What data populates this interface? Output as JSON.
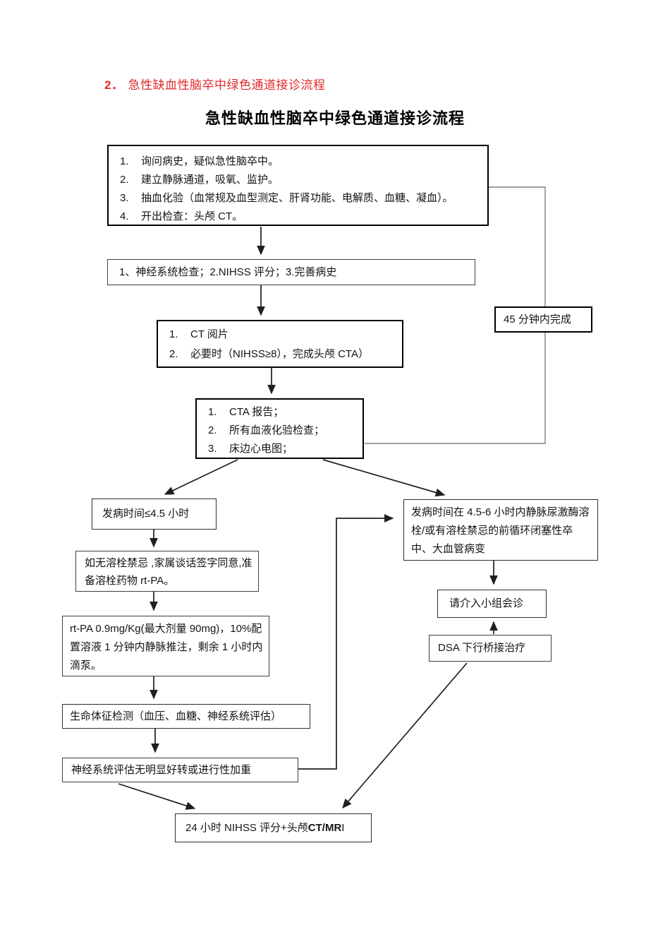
{
  "page": {
    "section_heading": {
      "number": "2．",
      "text": "急性缺血性脑卒中绿色通道接诊流程"
    },
    "chart_title": "急性缺血性脑卒中绿色通道接诊流程",
    "colors": {
      "heading_red": "#e02a2a",
      "line_black": "#1f1f1f",
      "connector_gray": "#7f7f7f"
    }
  },
  "flowchart": {
    "intake_box": {
      "items": [
        {
          "num": "1.",
          "text": "询问病史，疑似急性脑卒中。"
        },
        {
          "num": "2.",
          "text": "建立静脉通道，吸氧、监护。"
        },
        {
          "num": "3.",
          "text": "抽血化验（血常规及血型测定、肝肾功能、电解质、血糖、凝血）。"
        },
        {
          "num": "4.",
          "text": "开出检查：头颅 CT。"
        }
      ]
    },
    "exam_box": {
      "text": "1、神经系统检查；2.NIHSS 评分；3.完善病史"
    },
    "ct_box": {
      "items": [
        {
          "num": "1.",
          "text": "CT 阅片"
        },
        {
          "num": "2.",
          "text": "必要时（NIHSS≥8），完成头颅 CTA）"
        }
      ]
    },
    "results_box": {
      "items": [
        {
          "num": "1.",
          "text": "CTA 报告；"
        },
        {
          "num": "2.",
          "text": "所有血液化验检查；"
        },
        {
          "num": "3.",
          "text": "床边心电图；"
        }
      ]
    },
    "deadline_box": {
      "text": "45 分钟内完成"
    },
    "left_branch": {
      "onset_box": {
        "text": "发病时间≤4.5 小时"
      },
      "consent_box": {
        "text": "如无溶栓禁忌 ,家属谈话签字同意,准备溶栓药物 rt-PA。"
      },
      "rtpa_box": {
        "text": "rt-PA 0.9mg/Kg(最大剂量 90mg)，10%配置溶液 1 分钟内静脉推注，剩余 1 小时内滴泵。"
      },
      "vitals_box": {
        "text": "生命体征检测（血压、血糖、神经系统评估）"
      },
      "assessment_box": {
        "text": "神经系统评估无明显好转或进行性加重"
      }
    },
    "right_branch": {
      "onset_box": {
        "text": "发病时间在 4.5-6 小时内静脉尿激酶溶栓/或有溶栓禁忌的前循环闭塞性卒中、大血管病变"
      },
      "consult_box": {
        "text": "请介入小组会诊"
      },
      "dsa_box": {
        "text": "DSA 下行桥接治疗"
      }
    },
    "final_box": {
      "prefix": "24 小时 NIHSS 评分+头颅 ",
      "bold": "CT/MR",
      "suffix": "I"
    }
  }
}
